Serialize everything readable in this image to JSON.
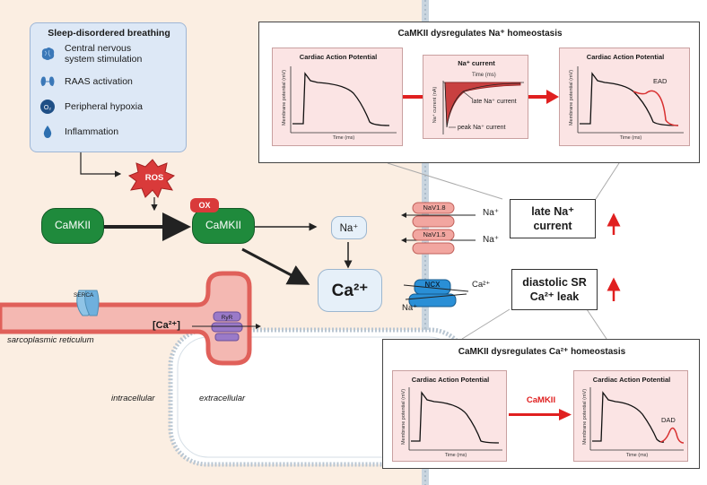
{
  "sleep_box": {
    "title": "Sleep-disordered breathing",
    "items": [
      {
        "label_line1": "Central nervous",
        "label_line2": "system stimulation",
        "icon": "brain-icon"
      },
      {
        "label_line1": "RAAS activation",
        "label_line2": "",
        "icon": "kidney-icon"
      },
      {
        "label_line1": "Peripheral hypoxia",
        "label_line2": "",
        "icon": "oxygen-icon"
      },
      {
        "label_line1": "Inflammation",
        "label_line2": "",
        "icon": "droplet-icon"
      }
    ],
    "o2_symbol": "O₂"
  },
  "ros_label": "ROS",
  "ox_label": "OX",
  "camkii_left": "CaMKII",
  "camkii_right": "CaMKII",
  "na_node": "Na⁺",
  "ca_node": "Ca²⁺",
  "channels": {
    "nav18": "NaV1.8",
    "nav15": "NaV1.5",
    "ncx": "NCX",
    "na_ion_1": "Na⁺",
    "na_ion_2": "Na⁺",
    "ca_ion": "Ca²⁺",
    "na_ion_ncx": "Na⁺"
  },
  "right_boxes": {
    "late_na_line1": "late Na⁺",
    "late_na_line2": "current",
    "diastolic_line1": "diastolic SR",
    "diastolic_line2": "Ca²⁺ leak"
  },
  "sr": {
    "serca": "SERCA",
    "ryr": "RyR",
    "ca_bracket": "[Ca²⁺]",
    "label": "sarcoplasmic reticulum"
  },
  "compartments": {
    "intracellular": "intracellular",
    "extracellular": "extracellular"
  },
  "top_panel": {
    "title": "CaMKII dysregulates Na⁺ homeostasis",
    "plot1_title": "Cardiac Action Potential",
    "plot2_title": "Na⁺ current",
    "plot3_title": "Cardiac Action Potential",
    "ylabel_mv": "Membrane potential (mV)",
    "ylabel_na": "Na⁺ current (nA)",
    "xlabel_time": "Time (ms)",
    "time_top": "Time (ms)",
    "late_label": "late Na⁺ current",
    "peak_label": "peak Na⁺ current",
    "ead": "EAD"
  },
  "bottom_panel": {
    "title": "CaMKII dysregulates Ca²⁺ homeostasis",
    "plot1_title": "Cardiac Action Potential",
    "plot2_title": "Cardiac Action Potential",
    "arrow_label": "CaMKII",
    "ylabel_mv": "Membrane potential (mV)",
    "xlabel_time": "Time (ms)",
    "dad": "DAD"
  },
  "colors": {
    "background_cell": "#fbeee2",
    "camkii_green": "#1f8a3c",
    "ros_red": "#d93a3a",
    "arrow_red": "#e02020",
    "sr_pink": "#f4b8b2",
    "channel_pink": "#f2a6a0",
    "ncx_blue": "#2a8fd6",
    "serca_blue": "#8fc4e6",
    "ryr_purple": "#9a7ac8"
  }
}
